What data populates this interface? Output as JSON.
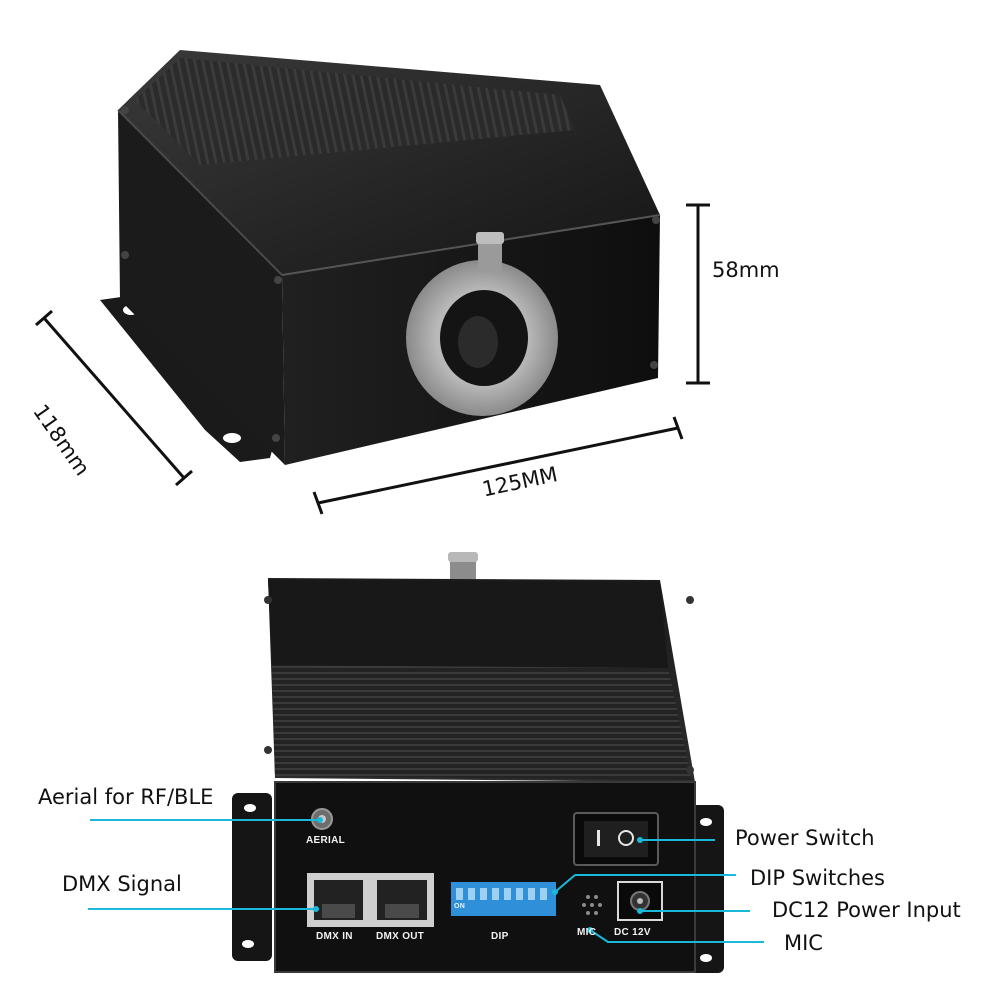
{
  "dimensions": {
    "height": "58mm",
    "depth": "118mm",
    "width": "125MM"
  },
  "panel_labels": {
    "aerial": "AERIAL",
    "dmx_in": "DMX IN",
    "dmx_out": "DMX OUT",
    "dip": "DIP",
    "mic": "MIC",
    "dc": "DC 12V",
    "dip_on": "ON"
  },
  "callouts": {
    "aerial": "Aerial for RF/BLE",
    "dmx": "DMX Signal",
    "power_switch": "Power Switch",
    "dip_switches": "DIP Switches",
    "dc_input": "DC12 Power Input",
    "mic": "MIC"
  },
  "colors": {
    "callout_line": "#19b9d9",
    "housing": "#1e1e1e",
    "dip_switch": "#2f8fd8"
  }
}
